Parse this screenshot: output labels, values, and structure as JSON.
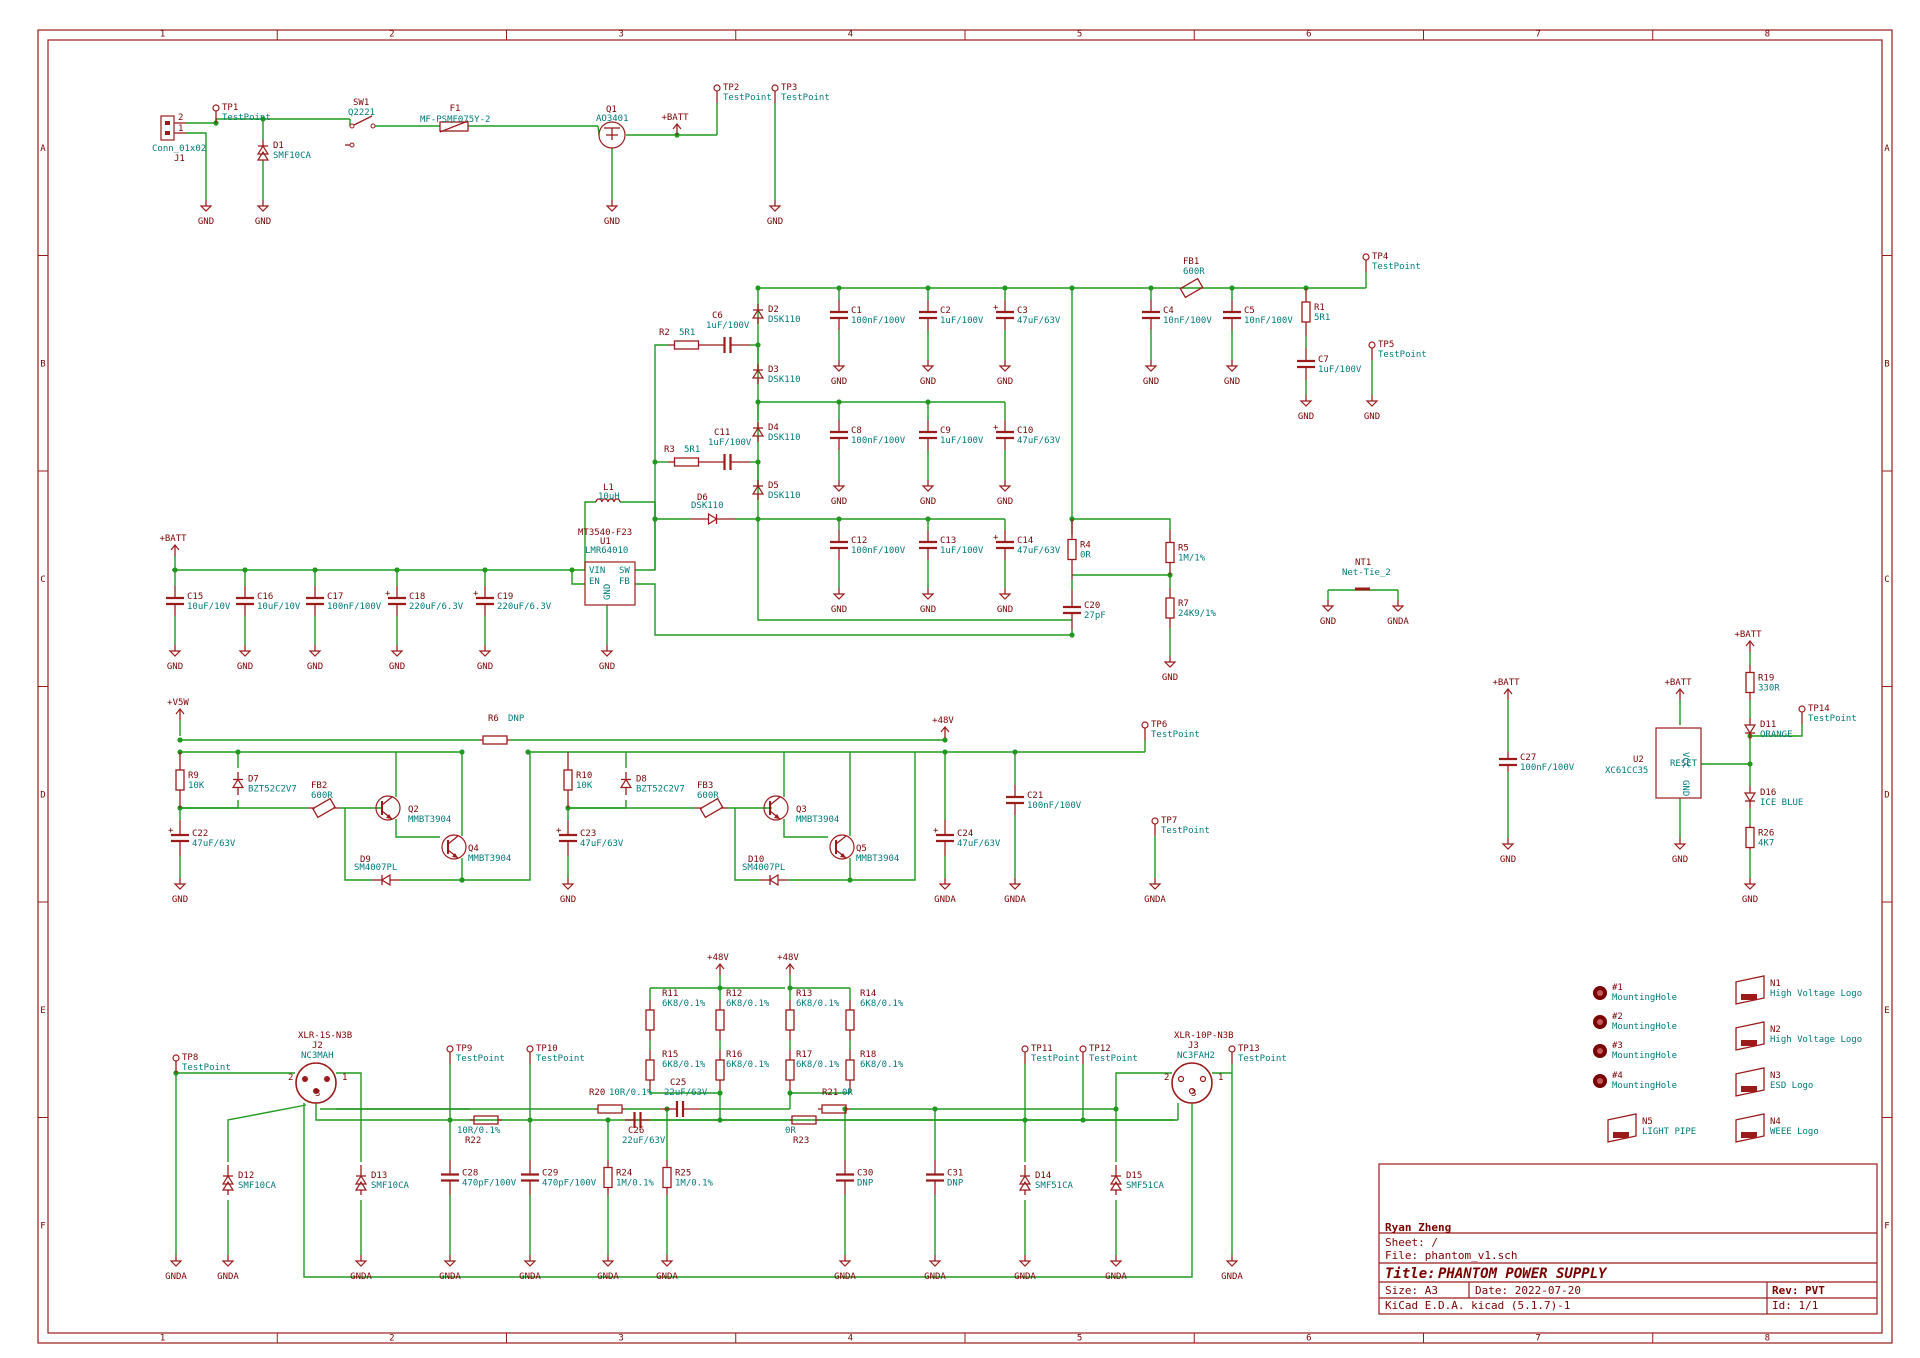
{
  "frame": {
    "column_markers": [
      "1",
      "2",
      "3",
      "4",
      "5",
      "6",
      "7",
      "8"
    ],
    "row_markers": [
      "A",
      "B",
      "C",
      "D",
      "E",
      "F"
    ]
  },
  "title_block": {
    "author": "Ryan Zheng",
    "sheet": "Sheet: /",
    "file": "File: phantom_v1.sch",
    "title_label": "Title:",
    "title": "PHANTOM POWER SUPPLY",
    "size": "Size: A3",
    "date": "Date: 2022-07-20",
    "rev_label": "Rev:",
    "rev": "PVT",
    "tool": "KiCad E.D.A.  kicad (5.1.7)-1",
    "id": "Id: 1/1"
  },
  "power": {
    "gnd": "GND",
    "gnda": "GNDA",
    "batt": "+BATT",
    "v5w": "+V5W",
    "v48": "+48V"
  },
  "input": {
    "tp1": [
      "TP1",
      "TestPoint"
    ],
    "tp2": [
      "TP2",
      "TestPoint"
    ],
    "tp3": [
      "TP3",
      "TestPoint"
    ],
    "j1": [
      "Conn_01x02",
      "J1"
    ],
    "d1": [
      "D1",
      "SMF10CA"
    ],
    "sw1": [
      "SW1",
      "Q2221"
    ],
    "f1": [
      "F1",
      "MF-PSMF075Y-2"
    ],
    "q1": [
      "Q1",
      "AO3401"
    ]
  },
  "booster": {
    "r2": [
      "R2",
      "5R1"
    ],
    "r3": [
      "R3",
      "5R1"
    ],
    "c6": [
      "C6",
      "1uF/100V"
    ],
    "c11": [
      "C11",
      "1uF/100V"
    ],
    "d2": [
      "D2",
      "DSK110"
    ],
    "d3": [
      "D3",
      "DSK110"
    ],
    "d4": [
      "D4",
      "DSK110"
    ],
    "d5": [
      "D5",
      "DSK110"
    ],
    "d6": [
      "D6",
      "DSK110"
    ],
    "c1": [
      "C1",
      "100nF/100V"
    ],
    "c2": [
      "C2",
      "1uF/100V"
    ],
    "c3": [
      "C3",
      "47uF/63V"
    ],
    "c8": [
      "C8",
      "100nF/100V"
    ],
    "c9": [
      "C9",
      "1uF/100V"
    ],
    "c10": [
      "C10",
      "47uF/63V"
    ],
    "c12": [
      "C12",
      "100nF/100V"
    ],
    "c13": [
      "C13",
      "1uF/100V"
    ],
    "c14": [
      "C14",
      "47uF/63V"
    ],
    "l1": [
      "L1",
      "10uH"
    ],
    "u1": [
      "MT3540-F23",
      "U1",
      "LMR64010"
    ],
    "u1_pins": [
      "VIN",
      "EN",
      "SW",
      "FB",
      "GND"
    ],
    "c15": [
      "C15",
      "10uF/10V"
    ],
    "c16": [
      "C16",
      "10uF/10V"
    ],
    "c17": [
      "C17",
      "100nF/100V"
    ],
    "c18": [
      "C18",
      "220uF/6.3V"
    ],
    "c19": [
      "C19",
      "220uF/6.3V"
    ],
    "r4": [
      "R4",
      "0R"
    ],
    "c20": [
      "C20",
      "27pF"
    ],
    "r5": [
      "R5",
      "1M/1%"
    ],
    "r7": [
      "R7",
      "24K9/1%"
    ],
    "fb1": [
      "FB1",
      "600R"
    ],
    "c4": [
      "C4",
      "10nF/100V"
    ],
    "c5": [
      "C5",
      "10nF/100V"
    ],
    "r1": [
      "R1",
      "5R1"
    ],
    "c7": [
      "C7",
      "1uF/100V"
    ],
    "tp4": [
      "TP4",
      "TestPoint"
    ],
    "tp5": [
      "TP5",
      "TestPoint"
    ],
    "nt1": [
      "NT1",
      "Net-Tie_2"
    ]
  },
  "filter": {
    "r6": [
      "R6",
      "DNP"
    ],
    "r9": [
      "R9",
      "10K"
    ],
    "d7": [
      "D7",
      "BZT52C2V7"
    ],
    "fb2": [
      "FB2",
      "600R"
    ],
    "q2": [
      "Q2",
      "MMBT3904"
    ],
    "q4": [
      "Q4",
      "MMBT3904"
    ],
    "c22": [
      "C22",
      "47uF/63V"
    ],
    "d9": [
      "D9",
      "SM4007PL"
    ],
    "r10": [
      "R10",
      "10K"
    ],
    "d8": [
      "D8",
      "BZT52C2V7"
    ],
    "fb3": [
      "FB3",
      "600R"
    ],
    "q3": [
      "Q3",
      "MMBT3904"
    ],
    "q5": [
      "Q5",
      "MMBT3904"
    ],
    "c23": [
      "C23",
      "47uF/63V"
    ],
    "d10": [
      "D10",
      "SM4007PL"
    ],
    "c24": [
      "C24",
      "47uF/63V"
    ],
    "c21": [
      "C21",
      "100nF/100V"
    ],
    "tp6": [
      "TP6",
      "TestPoint"
    ],
    "tp7": [
      "TP7",
      "TestPoint"
    ]
  },
  "reset": {
    "c27": [
      "C27",
      "100nF/100V"
    ],
    "u2": [
      "U2",
      "XC61CC35"
    ],
    "u2_pins": [
      "VCC",
      "RESET",
      "GND"
    ],
    "r19": [
      "R19",
      "330R"
    ],
    "d11": [
      "D11",
      "ORANGE"
    ],
    "d16": [
      "D16",
      "ICE BLUE"
    ],
    "r26": [
      "R26",
      "4K7"
    ],
    "tp14": [
      "TP14",
      "TestPoint"
    ]
  },
  "output": {
    "j2": [
      "XLR-1S-N3B",
      "J2",
      "NC3MAH"
    ],
    "j3": [
      "XLR-10P-N3B",
      "J3",
      "NC3FAH2"
    ],
    "tp8": [
      "TP8",
      "TestPoint"
    ],
    "tp9": [
      "TP9",
      "TestPoint"
    ],
    "tp10": [
      "TP10",
      "TestPoint"
    ],
    "tp11": [
      "TP11",
      "TestPoint"
    ],
    "tp12": [
      "TP12",
      "TestPoint"
    ],
    "tp13": [
      "TP13",
      "TestPoint"
    ],
    "d12": [
      "D12",
      "SMF10CA"
    ],
    "d13": [
      "D13",
      "SMF10CA"
    ],
    "d14": [
      "D14",
      "SMF51CA"
    ],
    "d15": [
      "D15",
      "SMF51CA"
    ],
    "r22": [
      "R22",
      "10R/0.1%"
    ],
    "r20": [
      "R20",
      "10R/0.1%"
    ],
    "c28": [
      "C28",
      "470pF/100V"
    ],
    "c29": [
      "C29",
      "470pF/100V"
    ],
    "c26": [
      "C26",
      "22uF/63V"
    ],
    "c25": [
      "C25",
      "22uF/63V"
    ],
    "r24": [
      "R24",
      "1M/0.1%"
    ],
    "r25": [
      "R25",
      "1M/0.1%"
    ],
    "r11": [
      "R11",
      "6K8/0.1%"
    ],
    "r12": [
      "R12",
      "6K8/0.1%"
    ],
    "r13": [
      "R13",
      "6K8/0.1%"
    ],
    "r14": [
      "R14",
      "6K8/0.1%"
    ],
    "r15": [
      "R15",
      "6K8/0.1%"
    ],
    "r16": [
      "R16",
      "6K8/0.1%"
    ],
    "r17": [
      "R17",
      "6K8/0.1%"
    ],
    "r18": [
      "R18",
      "6K8/0.1%"
    ],
    "r21": [
      "R21",
      "0R"
    ],
    "r23": [
      "R23",
      "0R"
    ],
    "c30": [
      "C30",
      "DNP"
    ],
    "c31": [
      "C31",
      "DNP"
    ]
  },
  "mechanical": {
    "h1": [
      "#1",
      "MountingHole"
    ],
    "h2": [
      "#2",
      "MountingHole"
    ],
    "h3": [
      "#3",
      "MountingHole"
    ],
    "h4": [
      "#4",
      "MountingHole"
    ],
    "n1": [
      "N1",
      "High Voltage Logo"
    ],
    "n2": [
      "N2",
      "High Voltage Logo"
    ],
    "n3": [
      "N3",
      "ESD Logo"
    ],
    "n4": [
      "N4",
      "WEEE Logo"
    ],
    "n5": [
      "N5",
      "LIGHT PIPE"
    ]
  },
  "pin_numbers": [
    "1",
    "2",
    "3"
  ]
}
